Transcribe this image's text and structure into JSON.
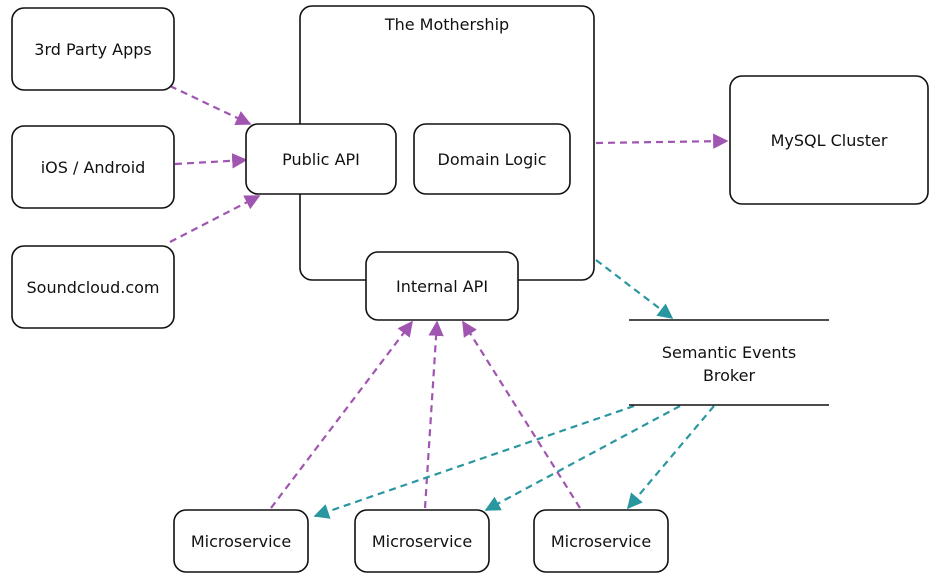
{
  "colors": {
    "request_edge": "#a055b0",
    "event_edge": "#2a97a0",
    "stroke": "#111111",
    "background": "#ffffff"
  },
  "container": {
    "title": "The Mothership"
  },
  "nodes": {
    "third_party": "3rd Party Apps",
    "ios_android": "iOS / Android",
    "soundcloud": "Soundcloud.com",
    "public_api": "Public API",
    "domain_logic": "Domain Logic",
    "internal_api": "Internal API",
    "mysql": "MySQL Cluster",
    "broker_line1": "Semantic Events",
    "broker_line2": "Broker",
    "microservice_1": "Microservice",
    "microservice_2": "Microservice",
    "microservice_3": "Microservice"
  },
  "edges": [
    {
      "from": "third_party",
      "to": "public_api",
      "kind": "request"
    },
    {
      "from": "ios_android",
      "to": "public_api",
      "kind": "request"
    },
    {
      "from": "soundcloud",
      "to": "public_api",
      "kind": "request"
    },
    {
      "from": "mothership",
      "to": "mysql",
      "kind": "request"
    },
    {
      "from": "mothership",
      "to": "broker",
      "kind": "event"
    },
    {
      "from": "microservice_1",
      "to": "internal_api",
      "kind": "request"
    },
    {
      "from": "microservice_2",
      "to": "internal_api",
      "kind": "request"
    },
    {
      "from": "microservice_3",
      "to": "internal_api",
      "kind": "request"
    },
    {
      "from": "broker",
      "to": "microservice_1",
      "kind": "event"
    },
    {
      "from": "broker",
      "to": "microservice_2",
      "kind": "event"
    },
    {
      "from": "broker",
      "to": "microservice_3",
      "kind": "event"
    }
  ]
}
